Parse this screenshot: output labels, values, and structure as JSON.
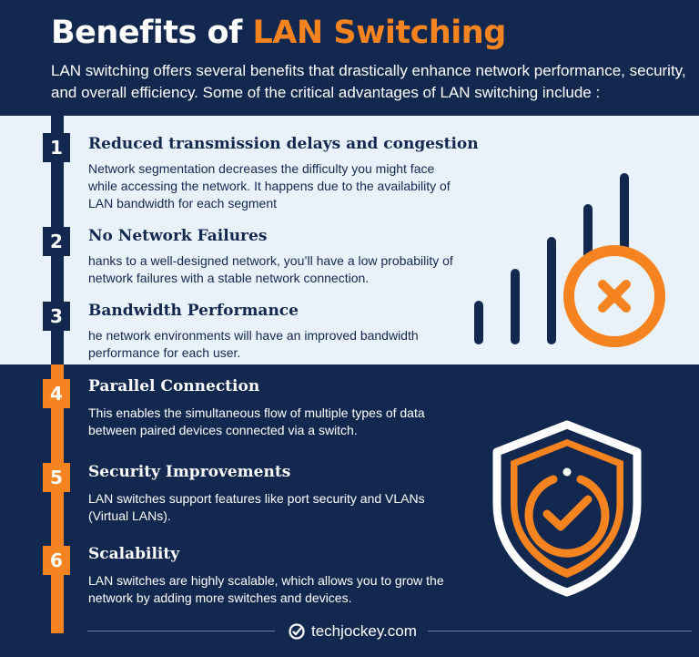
{
  "header": {
    "title_main": "Benefits of ",
    "title_accent": "LAN Switching",
    "intro": "LAN switching offers several benefits that drastically enhance network performance, security, and overall efficiency. Some of the critical advantages of LAN switching include :"
  },
  "items": [
    {
      "number": "1",
      "title": "Reduced transmission delays and congestion",
      "desc": "Network segmentation decreases the difficulty you might face while accessing the network. It happens due to the availability of LAN bandwidth for each segment"
    },
    {
      "number": "2",
      "title": "No Network Failures",
      "desc": "hanks to a well-designed network, you’ll have a low probability of network failures with a stable network connection."
    },
    {
      "number": "3",
      "title": "Bandwidth Performance",
      "desc": "he network environments will have an improved bandwidth performance for each user."
    },
    {
      "number": "4",
      "title": "Parallel Connection",
      "desc": "This enables the simultaneous flow of multiple types of data between paired devices connected via a switch."
    },
    {
      "number": "5",
      "title": "Security Improvements",
      "desc": "LAN switches support features like port security and VLANs (Virtual LANs)."
    },
    {
      "number": "6",
      "title": "Scalability",
      "desc": "LAN switches are highly scalable, which allows you to grow the network by adding more switches and devices."
    }
  ],
  "footer": {
    "brand": "techjockey.com"
  },
  "colors": {
    "navy": "#13284f",
    "orange": "#f58420",
    "light": "#e9f1fb",
    "white": "#ffffff"
  },
  "icons": [
    "signal-bars-error-icon",
    "security-shield-check-icon",
    "techjockey-logo-icon"
  ]
}
